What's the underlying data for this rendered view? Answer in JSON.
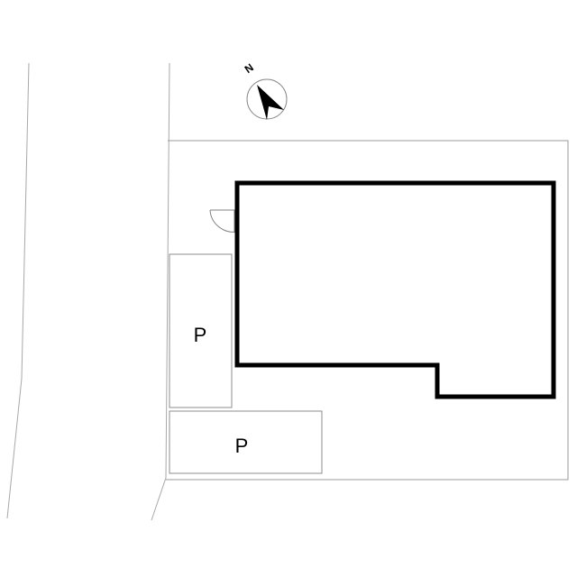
{
  "compass": {
    "north_label": "N",
    "icon": "north-arrow-icon"
  },
  "parking": {
    "spaces": [
      {
        "label": "P"
      },
      {
        "label": "P"
      }
    ]
  },
  "colors": {
    "background": "#ffffff",
    "building_outline": "#000000",
    "site_lines": "#9a9a9a"
  }
}
